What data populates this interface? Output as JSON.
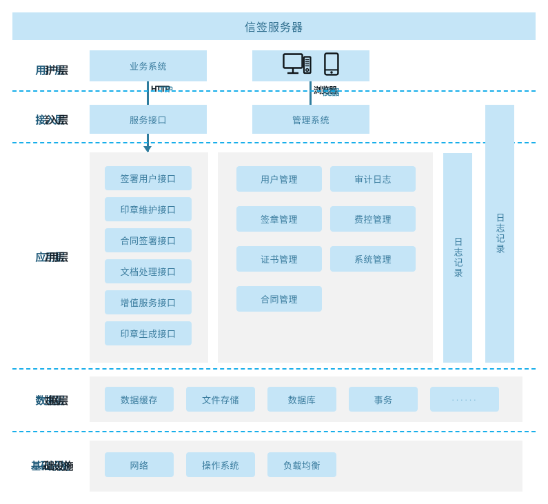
{
  "title": "信签服务器",
  "layers": [
    {
      "id": "user",
      "label": "用户层"
    },
    {
      "id": "access",
      "label": "接入层"
    },
    {
      "id": "app",
      "label": "应用层"
    },
    {
      "id": "data",
      "label": "数据层"
    },
    {
      "id": "infra",
      "label": "基础设施"
    }
  ],
  "user_layer": {
    "business_system": "业务系统",
    "devices": [
      "desktop-computer-icon",
      "mobile-phone-icon"
    ]
  },
  "connectors": [
    {
      "from": "业务系统",
      "to": "服务接口",
      "label": "HTTP"
    },
    {
      "from": "客户端设备",
      "to": "管理系统",
      "label": "浏览器"
    }
  ],
  "access_layer": {
    "service_interface": "服务接口",
    "management_system": "管理系统"
  },
  "app_layer": {
    "interfaces": [
      "签署用户接口",
      "印章维护接口",
      "合同签署接口",
      "文档处理接口",
      "增值服务接口",
      "印章生成接口"
    ],
    "modules_left": [
      "用户管理",
      "签章管理",
      "证书管理",
      "合同管理"
    ],
    "modules_right": [
      "审计日志",
      "费控管理",
      "系统管理"
    ],
    "log_columns": [
      "日志记录",
      "日志记录"
    ]
  },
  "data_layer": {
    "items": [
      "数据缓存",
      "文件存储",
      "数据库",
      "事务",
      "······"
    ]
  },
  "infra_layer": {
    "items": [
      "网络",
      "操作系统",
      "负载均衡"
    ]
  },
  "colors": {
    "node_fill": "#c5e5f7",
    "panel_bg": "#f2f2f2",
    "separator": "#17aeea",
    "node_text": "#3a7c9e",
    "title_text": "#2e6e8e",
    "arrow": "#2d7c9e",
    "layer_label": "#1c5878"
  }
}
